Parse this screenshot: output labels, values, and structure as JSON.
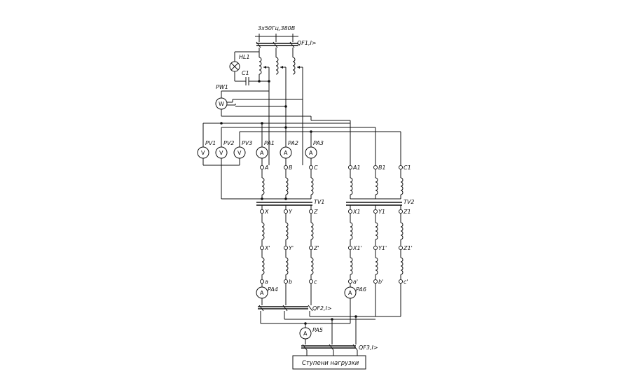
{
  "supply": {
    "label": "3x50Гц,380В"
  },
  "breakers": {
    "qf1": "QF1,I>",
    "qf2": "QF2,I>",
    "qf3": "QF3,I>"
  },
  "components": {
    "lamp": "HL1",
    "capacitor": "C1",
    "wattmeter": "PW1",
    "wattmeter_symbol": "W",
    "voltmeter_symbol": "V",
    "ammeter_symbol": "A",
    "voltmeters": [
      "PV1",
      "PV2",
      "PV3"
    ],
    "ammeters_top": [
      "PA1",
      "PA2",
      "PA3"
    ],
    "ammeter_pa4": "PA4",
    "ammeter_pa5": "PA5",
    "ammeter_pa6": "PA6"
  },
  "transformer_tv1": {
    "name": "TV1",
    "primary_terminals": [
      "A",
      "B",
      "C"
    ],
    "secondary_terminals": [
      "X",
      "Y",
      "Z"
    ],
    "tap_terminals": [
      "X'",
      "Y'",
      "Z'"
    ],
    "output_terminals": [
      "a",
      "b",
      "c"
    ]
  },
  "transformer_tv2": {
    "name": "TV2",
    "primary_terminals": [
      "A1",
      "B1",
      "C1"
    ],
    "secondary_terminals": [
      "X1",
      "Y1",
      "Z1"
    ],
    "tap_terminals": [
      "X1'",
      "Y1'",
      "Z1'"
    ],
    "output_terminals": [
      "a'",
      "b'",
      "c'"
    ]
  },
  "load": {
    "label": "Ступени нагрузки"
  }
}
